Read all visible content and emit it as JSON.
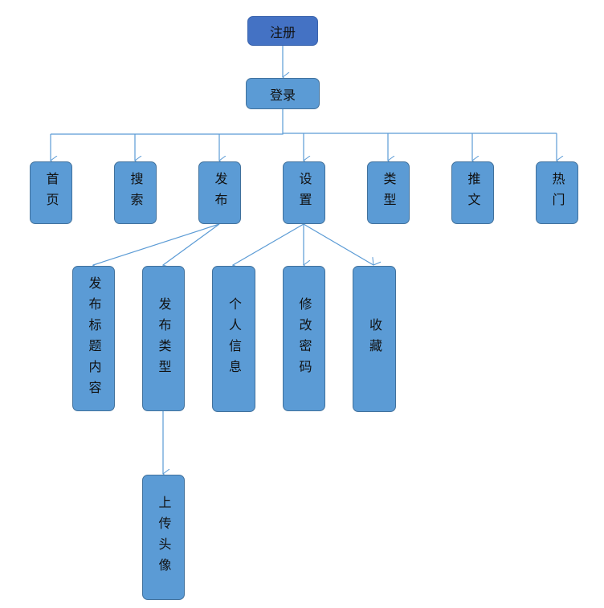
{
  "colors": {
    "root": "#4472C4",
    "node": "#5B9BD5",
    "border": "#41719C",
    "line": "#5B9BD5"
  },
  "nodes": {
    "register": "注册",
    "login": "登录",
    "home": "首页",
    "search": "搜索",
    "publish": "发布",
    "settings": "设置",
    "category": "类型",
    "recommend": "推文",
    "hot": "热门",
    "publish_title_content": "发布标题内容",
    "publish_type": "发布类型",
    "profile": "个人信息",
    "change_password": "修改密码",
    "favorites": "收藏",
    "upload_avatar": "上传头像"
  }
}
